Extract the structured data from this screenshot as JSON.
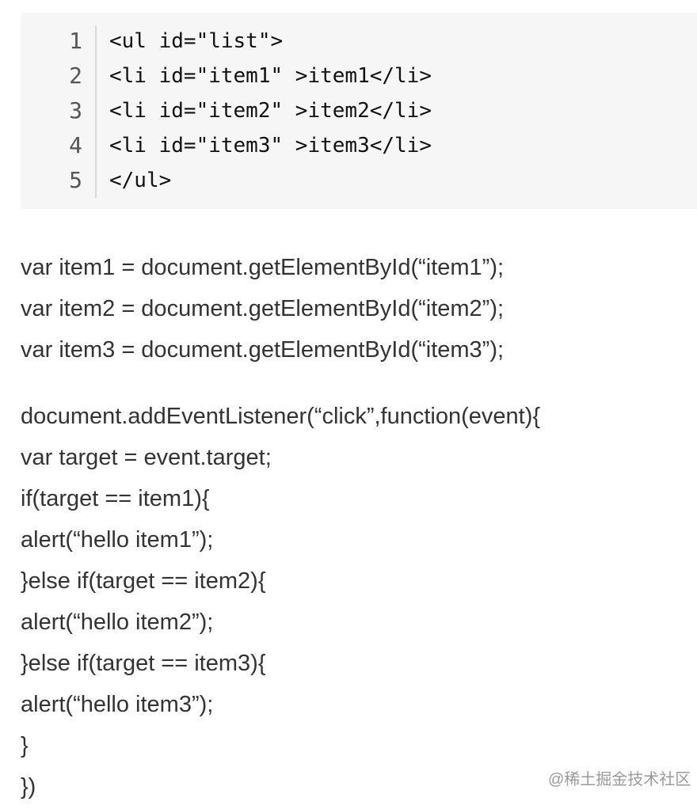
{
  "code_block": {
    "lines": [
      {
        "number": "1",
        "code": "<ul id=\"list\">"
      },
      {
        "number": "2",
        "code": "<li id=\"item1\" >item1</li>"
      },
      {
        "number": "3",
        "code": "<li id=\"item2\" >item2</li>"
      },
      {
        "number": "4",
        "code": "<li id=\"item3\" >item3</li>"
      },
      {
        "number": "5",
        "code": "</ul>"
      }
    ]
  },
  "text_block": {
    "lines": [
      "var item1 = document.getElementById(“item1”);",
      "var item2 = document.getElementById(“item2”);",
      "var item3 = document.getElementById(“item3”);",
      "document.addEventListener(“click”,function(event){",
      "var target = event.target;",
      "if(target == item1){",
      "alert(“hello item1”);",
      "}else if(target == item2){",
      "alert(“hello item2”);",
      "}else if(target == item3){",
      "alert(“hello item3”);",
      "}",
      "})"
    ]
  },
  "watermark": {
    "text": "@稀土掘金技术社区"
  }
}
